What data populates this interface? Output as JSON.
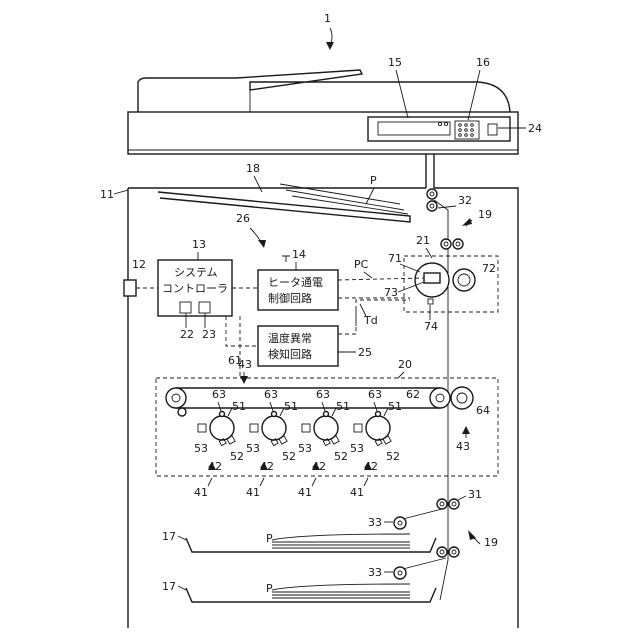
{
  "labels": {
    "device": "1",
    "body": "11",
    "port": "12",
    "system_controller": "13",
    "heater_control": "14",
    "display": "15",
    "keypad": "16",
    "cassette": "17",
    "output_tray": "18",
    "path": "19",
    "image_forming": "20",
    "fixing": "21",
    "mem_a": "22",
    "mem_b": "23",
    "card_reader": "24",
    "anomaly_circuit": "25",
    "power_circuit": "26",
    "feed_roller": "31",
    "eject_roller": "32",
    "pickup": "33",
    "unit": "41",
    "cartridge": "42",
    "transfer": "43",
    "drum": "51",
    "charger": "52",
    "exposure": "53",
    "belt_roller_a": "61",
    "belt_roller_b": "62",
    "primary_transfer": "63",
    "secondary_transfer": "64",
    "heat_roller": "71",
    "press_roller": "72",
    "heater": "73",
    "thermistor": "74",
    "paper": "P",
    "pc": "PC",
    "td": "Td"
  },
  "boxes": {
    "system_line1": "システム",
    "system_line2": "コントローラ",
    "heater_line1": "ヒータ通電",
    "heater_line2": "制御回路",
    "anomaly_line1": "温度異常",
    "anomaly_line2": "検知回路"
  }
}
